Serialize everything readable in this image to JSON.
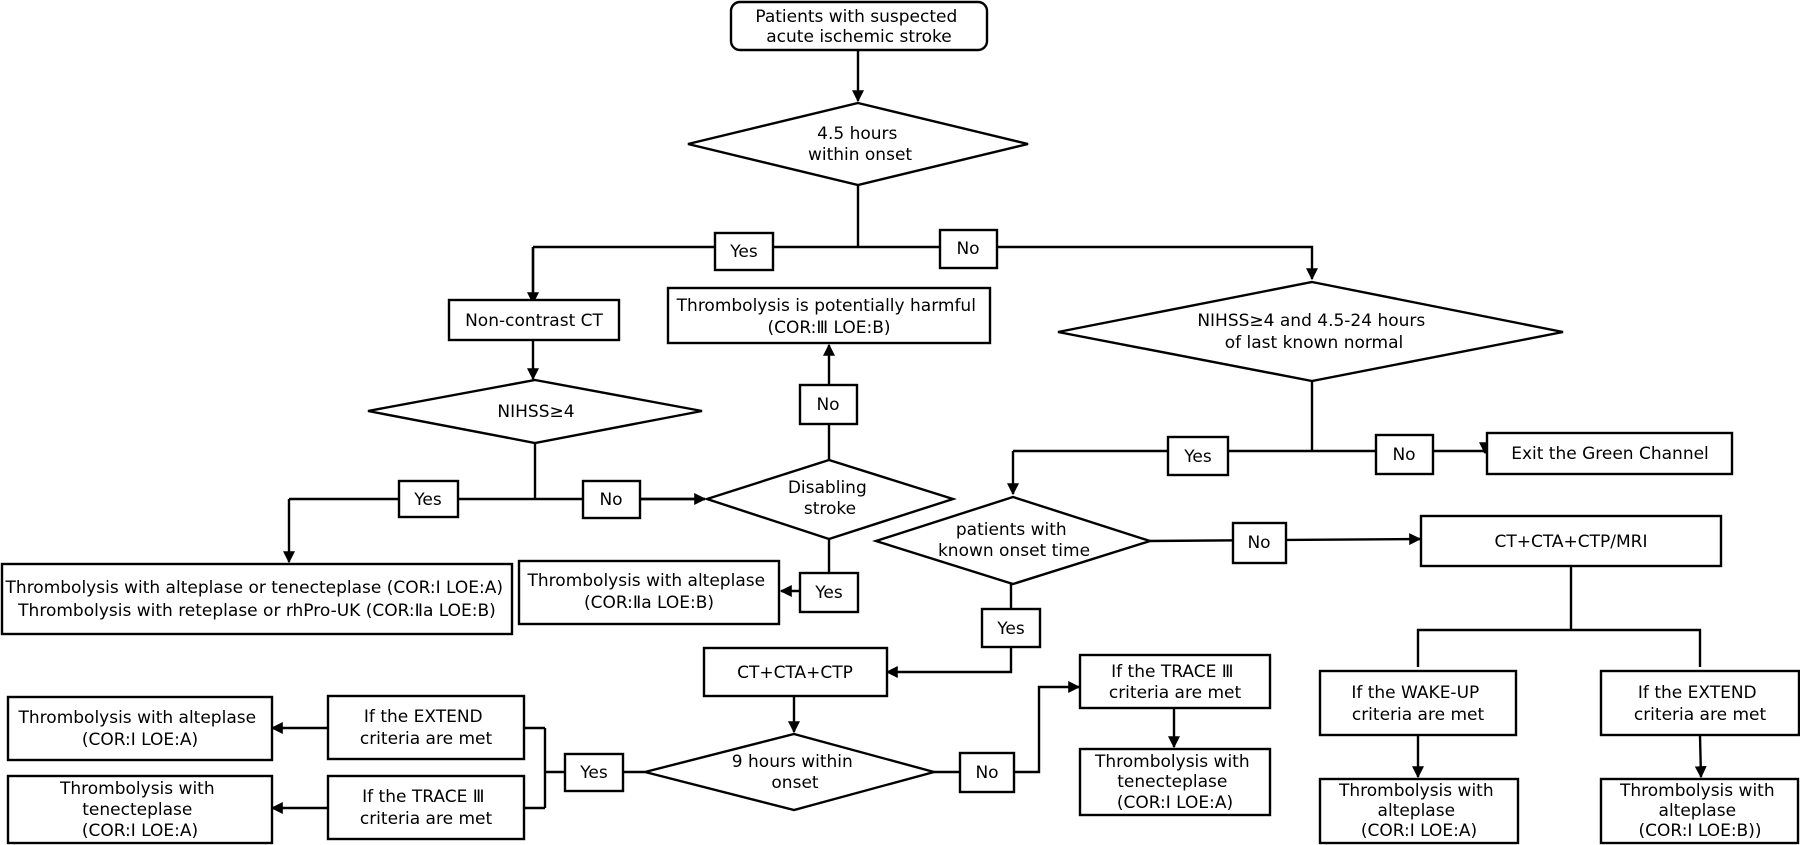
{
  "nodes": {
    "start": [
      "Patients with suspected",
      "acute ischemic stroke"
    ],
    "within45": [
      "4.5 hours",
      "within onset"
    ],
    "noncontrast_ct": [
      "Non-contrast CT"
    ],
    "harmful": [
      "Thrombolysis is potentially harmful",
      "(COR:Ⅲ LOE:B)"
    ],
    "nihss_late": [
      "NIHSS≥4 and 4.5-24 hours",
      "of last known normal"
    ],
    "nihss4": [
      "NIHSS≥4"
    ],
    "disabling": [
      "Disabling",
      "stroke"
    ],
    "exit": [
      "Exit the Green Channel"
    ],
    "tnk_tpa": [
      "Thrombolysis with alteplase or tenecteplase (COR:Ⅰ LOE:A)",
      "Thrombolysis with reteplase or rhPro-UK (COR:Ⅱa LOE:B)"
    ],
    "alteplase_2a": [
      "Thrombolysis with alteplase",
      "(COR:Ⅱa LOE:B)"
    ],
    "known_onset": [
      "patients with",
      "known onset time"
    ],
    "ct_cta_ctp_mri": [
      "CT+CTA+CTP/MRI"
    ],
    "ct_cta_ctp": [
      "CT+CTA+CTP"
    ],
    "trace3_right": [
      "If the TRACE Ⅲ",
      "criteria are met"
    ],
    "wakeup": [
      "If the WAKE-UP",
      "criteria are met"
    ],
    "extend_right": [
      "If the EXTEND",
      "criteria are met"
    ],
    "alteplase_left": [
      "Thrombolysis with alteplase",
      "(COR:Ⅰ LOE:A)"
    ],
    "extend_left": [
      "If the EXTEND",
      "criteria are met"
    ],
    "nine_hours": [
      "9 hours within",
      "onset"
    ],
    "tnk_left": [
      "Thrombolysis with",
      "tenecteplase",
      "(COR:Ⅰ LOE:A)"
    ],
    "trace3_left": [
      "If the TRACE Ⅲ",
      "criteria are met"
    ],
    "tnk_mid": [
      "Thrombolysis with",
      "tenecteplase",
      "(COR:Ⅰ LOE:A)"
    ],
    "alteplase_wakeup": [
      "Thrombolysis with",
      "alteplase",
      "(COR:Ⅰ LOE:A)"
    ],
    "alteplase_extend": [
      "Thrombolysis with",
      "alteplase",
      "(COR:Ⅰ LOE:B))"
    ]
  },
  "edge_labels": {
    "yes_45": "Yes",
    "no_45": "No",
    "no_disabling": "No",
    "yes_late": "Yes",
    "no_late": "No",
    "yes_nihss": "Yes",
    "no_nihss": "No",
    "no_onset": "No",
    "yes_disabling": "Yes",
    "yes_onset": "Yes",
    "yes_9h": "Yes",
    "no_9h": "No"
  }
}
